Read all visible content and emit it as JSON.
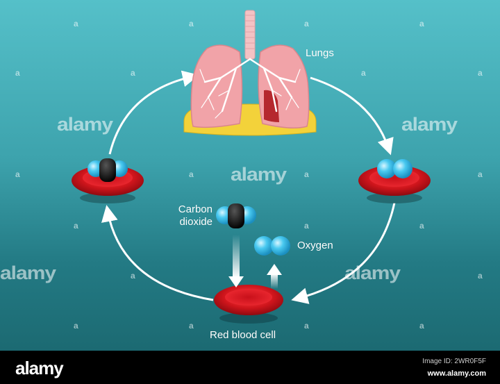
{
  "labels": {
    "lungs": "Lungs",
    "carbon_dioxide_line1": "Carbon",
    "carbon_dioxide_line2": "dioxide",
    "oxygen": "Oxygen",
    "red_blood_cell": "Red blood cell"
  },
  "watermark": {
    "big_text": "alamy",
    "small_text": "a"
  },
  "footer": {
    "logo": "alamy",
    "image_id": "Image ID: 2WR0F5F",
    "site": "www.alamy.com"
  },
  "colors": {
    "background_top": "#55c0c9",
    "background_bottom": "#1c6a72",
    "rbc_red": "#d0151c",
    "lung_pink": "#f1a3a8",
    "lung_dark_red": "#b5282e",
    "diaphragm_yellow": "#f3d23a",
    "oxygen_blue": "#2bbde8",
    "carbon_black": "#111111",
    "arrow_white": "#ffffff"
  },
  "icons": [
    "lungs-icon",
    "red-blood-cell-icon",
    "oxygen-molecule-icon",
    "carbon-dioxide-molecule-icon",
    "cycle-arrow-icon"
  ]
}
